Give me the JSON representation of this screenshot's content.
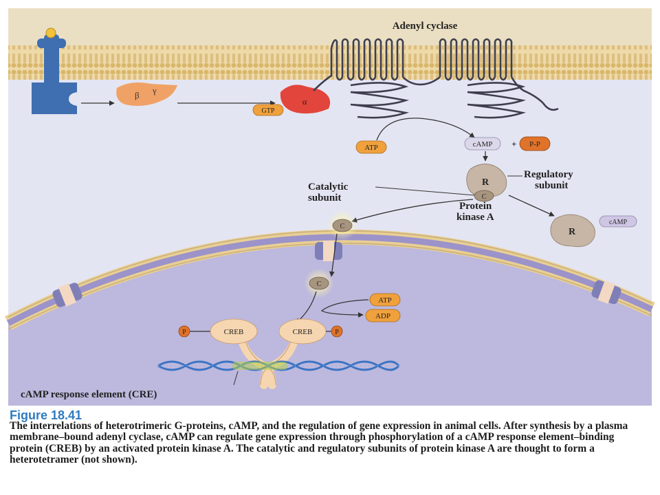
{
  "diagram": {
    "adenyl_cyclase_label": "Adenyl cyclase",
    "beta_label": "β",
    "gamma_label": "γ",
    "alpha_label": "α",
    "gtp_label": "GTP",
    "atp_label": "ATP",
    "camp_label": "cAMP",
    "plus_label": "+",
    "ppi_label": "P-P",
    "r_label": "R",
    "regulatory_label_1": "Regulatory",
    "regulatory_label_2": "subunit",
    "catalytic_label_1": "Catalytic",
    "catalytic_label_2": "subunit",
    "pka_label_1": "Protein",
    "pka_label_2": "kinase A",
    "c_label": "C",
    "camp_bound_label": "cAMP",
    "nuclear_atp_label": "ATP",
    "adp_label": "ADP",
    "creb_label": "CREB",
    "p_label": "P",
    "cre_label": "cAMP response element (CRE)"
  },
  "figure": {
    "label": "Figure 18.41",
    "caption": "The interrelations of heterotrimeric G-proteins, cAMP, and the regulation of gene expression in animal cells. After synthesis by a plasma membrane–bound adenyl cyclase, cAMP can regulate gene expression through phosphorylation of a cAMP response element–binding protein (CREB) by an activated protein kinase A. The catalytic and regulatory subunits of protein kinase A are thought to form a heterotetramer (not shown)."
  },
  "colors": {
    "membrane": "#e9cf94",
    "cytoplasm": "#e4e5f2",
    "nucleus": "#bcb7dc",
    "receptor": "#3f6fb0",
    "g_protein_alpha": "#e2453b",
    "g_protein_betagamma": "#f0a266",
    "pill": "#f0a13c",
    "subunit": "#c7b6a5",
    "creb": "#f6d6b0",
    "dna": "#3b74c4",
    "caption_title": "#2f7bbf"
  }
}
